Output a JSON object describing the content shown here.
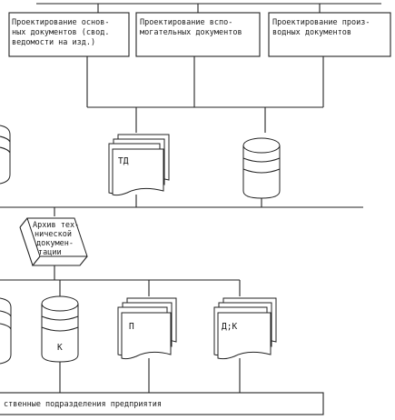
{
  "boxes": {
    "main_docs": [
      "Проектирование основ-",
      "ных документов (свод.",
      "ведомости на изд.)"
    ],
    "aux_docs": [
      "Проектирование вспо-",
      "могательных документов"
    ],
    "derived_docs": [
      "Проектирование произ-",
      "водных документов"
    ]
  },
  "archive": [
    "Архив тех-",
    "нической",
    "докумен-",
    "тации"
  ],
  "doc_labels": {
    "td": "ТД",
    "k": "К",
    "p": "П",
    "dk": "Д;К"
  },
  "bottom_bar": "ственные  подразделения предприятия"
}
